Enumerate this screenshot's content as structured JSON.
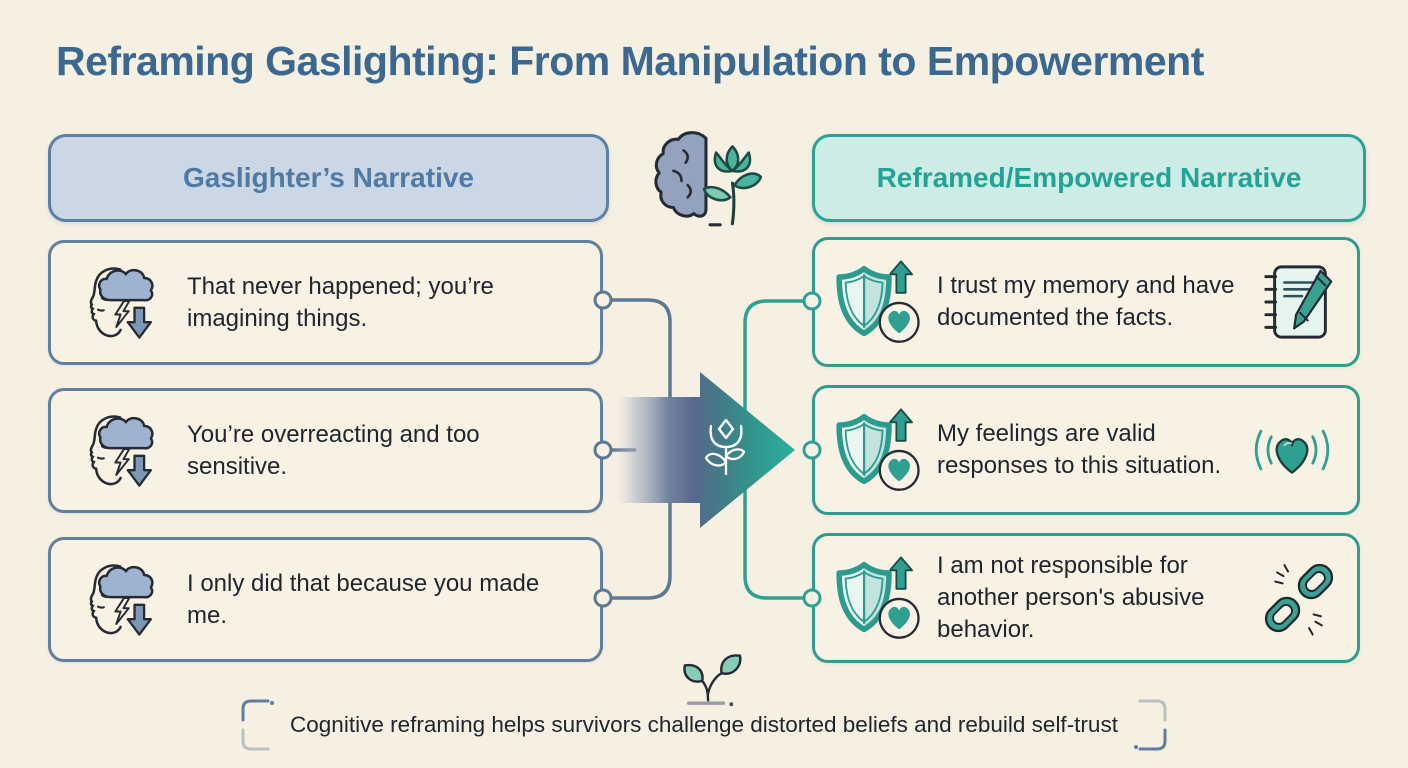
{
  "title": "Reframing Gaslighting: From Manipulation to Empowerment",
  "left_column": {
    "header": "Gaslighter’s Narrative",
    "items": [
      {
        "icon": "head-storm-icon",
        "text": "That never happened; you’re imagining things."
      },
      {
        "icon": "head-storm-icon",
        "text": "You’re overreacting and too sensitive."
      },
      {
        "icon": "head-storm-icon",
        "text": "I only did that because you made me."
      }
    ]
  },
  "right_column": {
    "header": "Reframed/Empowered Narrative",
    "items": [
      {
        "icon_left": "shield-heart-up-icon",
        "icon_right": "notepad-pen-icon",
        "text": "I trust my memory and have documented the facts."
      },
      {
        "icon_left": "shield-heart-up-icon",
        "icon_right": "radiating-heart-icon",
        "text": "My feelings are valid responses to this situation."
      },
      {
        "icon_left": "shield-heart-up-icon",
        "icon_right": "broken-chain-icon",
        "text": "I am not responsible for another person's abusive behavior."
      }
    ]
  },
  "center": {
    "top_icon": "brain-flower-icon",
    "arrow_icon": "flower-outline-icon",
    "bottom_icon": "sprout-icon"
  },
  "footer": {
    "caption": "Cognitive reframing helps survivors challenge distorted beliefs and rebuild self-trust"
  },
  "colors": {
    "background": "#f6f0e3",
    "title_blue": "#3a6890",
    "slate_border": "#61809f",
    "slate_header_fill": "#cbd7e5",
    "teal": "#2aa295",
    "teal_header_fill": "#cdece5",
    "cloud_blue": "#9db3cf",
    "arrow_slate": "#56688c",
    "arrow_teal": "#2fae9b",
    "dark_text": "#20262e"
  }
}
